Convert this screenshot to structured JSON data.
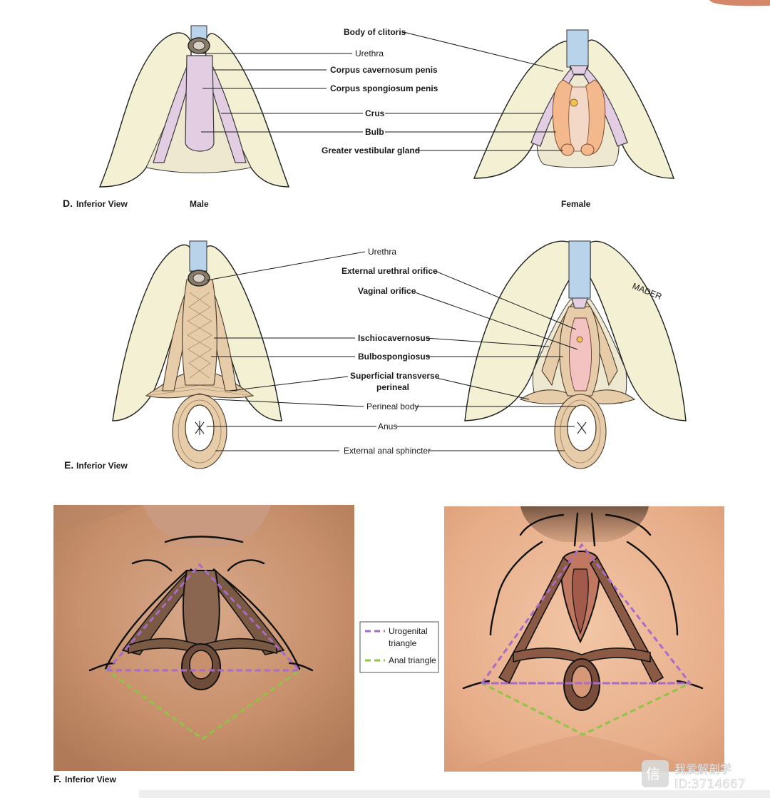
{
  "panel_d": {
    "letter": "D.",
    "view": "Inferior View",
    "male": "Male",
    "female": "Female",
    "labels": {
      "body_of_clitoris": "Body of clitoris",
      "urethra": "Urethra",
      "corpus_cavernosum": "Corpus cavernosum penis",
      "corpus_spongiosum": "Corpus spongiosum penis",
      "crus": "Crus",
      "bulb": "Bulb",
      "greater_vestibular": "Greater vestibular gland"
    }
  },
  "panel_e": {
    "letter": "E.",
    "view": "Inferior View",
    "signature": "MADER",
    "labels": {
      "urethra": "Urethra",
      "ext_urethral_orifice": "External urethral orifice",
      "vaginal_orifice": "Vaginal orifice",
      "ischiocavernosus": "Ischiocavernosus",
      "bulbospongiosus": "Bulbospongiosus",
      "superficial_transverse_1": "Superficial transverse",
      "superficial_transverse_2": "perineal",
      "perineal_body": "Perineal body",
      "anus": "Anus",
      "external_anal_sphincter": "External anal sphincter"
    }
  },
  "panel_f": {
    "letter": "F.",
    "view": "Inferior View",
    "legend": {
      "urogenital_1": "Urogenital",
      "urogenital_2": "triangle",
      "anal": "Anal triangle"
    }
  },
  "watermark": {
    "line1": "我爱解剖学",
    "line2": "ID:3714667"
  },
  "colors": {
    "urogenital_dash": "#a86bc7",
    "anal_dash": "#8fc444",
    "skin": "#e8b592",
    "bone": "#f4f0d4"
  }
}
